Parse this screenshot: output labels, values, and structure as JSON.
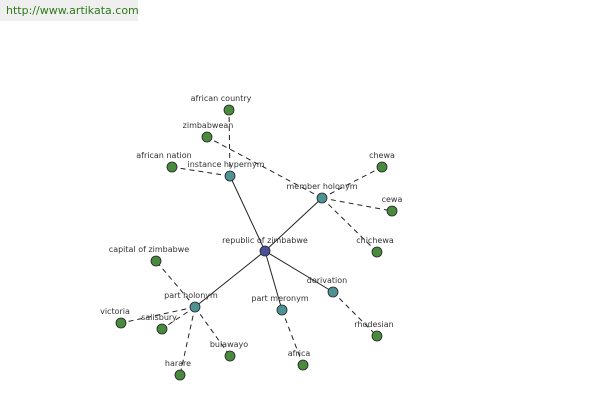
{
  "header": {
    "url": "http://www.artikata.com"
  },
  "colors": {
    "center": "#4a4f9a",
    "relation": "#4f9295",
    "leaf": "#4a8a3c"
  },
  "graph": {
    "nodes": [
      {
        "id": "republic",
        "label": "republic of zimbabwe",
        "kind": "center"
      },
      {
        "id": "instance-hypernym",
        "label": "instance hypernym",
        "kind": "relation"
      },
      {
        "id": "member-holonym",
        "label": "member holonym",
        "kind": "relation"
      },
      {
        "id": "part-holonym",
        "label": "part holonym",
        "kind": "relation"
      },
      {
        "id": "part-meronym",
        "label": "part meronym",
        "kind": "relation"
      },
      {
        "id": "derivation",
        "label": "derivation",
        "kind": "relation"
      },
      {
        "id": "african-country",
        "label": "african country",
        "kind": "leaf"
      },
      {
        "id": "zimbabwean",
        "label": "zimbabwean",
        "kind": "leaf"
      },
      {
        "id": "african-nation",
        "label": "african nation",
        "kind": "leaf"
      },
      {
        "id": "chewa",
        "label": "chewa",
        "kind": "leaf"
      },
      {
        "id": "cewa",
        "label": "cewa",
        "kind": "leaf"
      },
      {
        "id": "chichewa",
        "label": "chichewa",
        "kind": "leaf"
      },
      {
        "id": "capital",
        "label": "capital of zimbabwe",
        "kind": "leaf"
      },
      {
        "id": "victoria",
        "label": "victoria",
        "kind": "leaf"
      },
      {
        "id": "salisbury",
        "label": "salisbury",
        "kind": "leaf"
      },
      {
        "id": "bulawayo",
        "label": "bulawayo",
        "kind": "leaf"
      },
      {
        "id": "harare",
        "label": "harare",
        "kind": "leaf"
      },
      {
        "id": "africa",
        "label": "africa",
        "kind": "leaf"
      },
      {
        "id": "rhodesian",
        "label": "rhodesian",
        "kind": "leaf"
      }
    ],
    "edges": [
      {
        "from": "republic",
        "to": "instance-hypernym",
        "style": "solid"
      },
      {
        "from": "republic",
        "to": "member-holonym",
        "style": "solid"
      },
      {
        "from": "republic",
        "to": "part-holonym",
        "style": "solid"
      },
      {
        "from": "republic",
        "to": "part-meronym",
        "style": "solid"
      },
      {
        "from": "republic",
        "to": "derivation",
        "style": "solid"
      },
      {
        "from": "instance-hypernym",
        "to": "african-country",
        "style": "dashed"
      },
      {
        "from": "instance-hypernym",
        "to": "african-nation",
        "style": "dashed"
      },
      {
        "from": "member-holonym",
        "to": "zimbabwean",
        "style": "dashed"
      },
      {
        "from": "member-holonym",
        "to": "chewa",
        "style": "dashed"
      },
      {
        "from": "member-holonym",
        "to": "cewa",
        "style": "dashed"
      },
      {
        "from": "member-holonym",
        "to": "chichewa",
        "style": "dashed"
      },
      {
        "from": "part-holonym",
        "to": "capital",
        "style": "dashed"
      },
      {
        "from": "part-holonym",
        "to": "victoria",
        "style": "dashed"
      },
      {
        "from": "part-holonym",
        "to": "salisbury",
        "style": "dashed"
      },
      {
        "from": "part-holonym",
        "to": "bulawayo",
        "style": "dashed"
      },
      {
        "from": "part-holonym",
        "to": "harare",
        "style": "dashed"
      },
      {
        "from": "part-meronym",
        "to": "africa",
        "style": "dashed"
      },
      {
        "from": "derivation",
        "to": "rhodesian",
        "style": "dashed"
      }
    ]
  }
}
